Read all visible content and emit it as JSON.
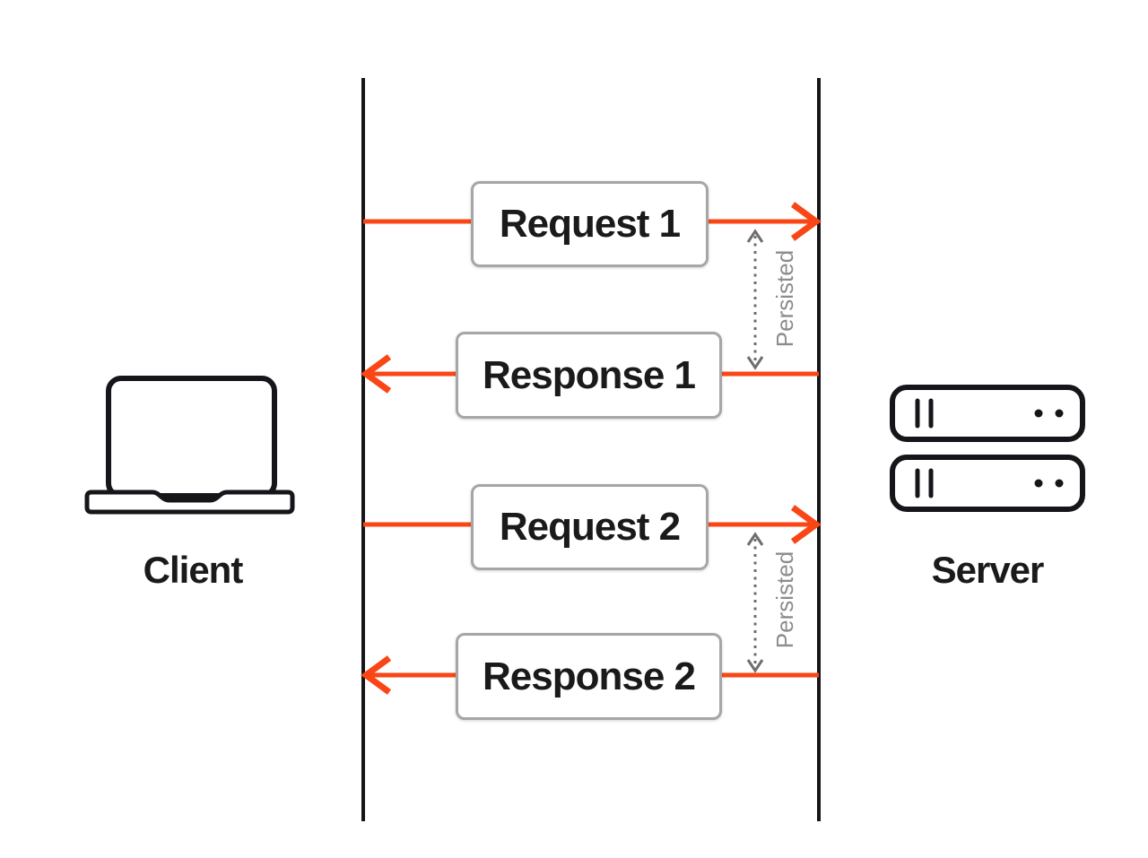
{
  "diagram": {
    "client": {
      "label": "Client",
      "icon": "laptop-icon"
    },
    "server": {
      "label": "Server",
      "icon": "server-rack-icon"
    },
    "messages": [
      {
        "id": "request-1",
        "label": "Request 1",
        "direction": "client-to-server"
      },
      {
        "id": "response-1",
        "label": "Response 1",
        "direction": "server-to-client"
      },
      {
        "id": "request-2",
        "label": "Request 2",
        "direction": "client-to-server"
      },
      {
        "id": "response-2",
        "label": "Response 2",
        "direction": "server-to-client"
      }
    ],
    "annotations": [
      {
        "id": "persisted-1",
        "label": "Persisted"
      },
      {
        "id": "persisted-2",
        "label": "Persisted"
      }
    ],
    "colors": {
      "arrow": "#f94616",
      "lifeline": "#15151a",
      "box_border": "#a6a6a6",
      "annotation_text": "#8c8c8c",
      "annotation_arrow": "#6e6e6e",
      "label_text": "#1a1a1a",
      "background": "#ffffff"
    }
  }
}
